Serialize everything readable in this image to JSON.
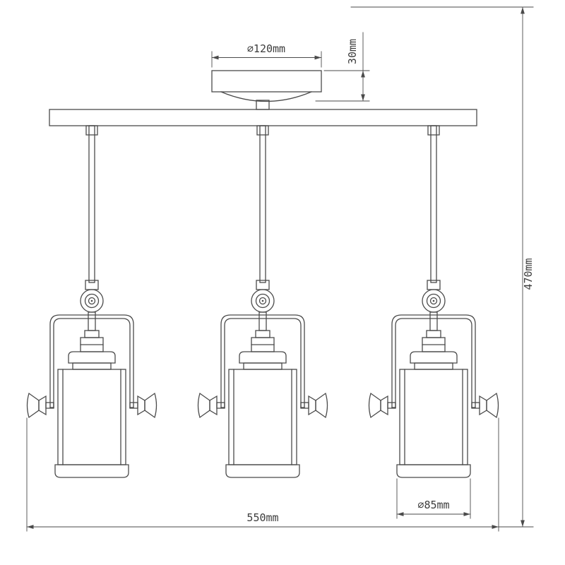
{
  "meta": {
    "subject": "Dimensioned technical line drawing of a three-head ceiling spotlight fixture",
    "spotlight_count": 3
  },
  "style": {
    "background": "#ffffff",
    "line_color": "#4a4a4a",
    "text_color": "#3c3c3c"
  },
  "dimensions": {
    "canopy_diameter": {
      "label": "⌀120mm"
    },
    "canopy_height": {
      "label": "30mm"
    },
    "overall_height": {
      "label": "470mm"
    },
    "overall_width": {
      "label": "550mm"
    },
    "shade_diameter": {
      "label": "⌀85mm"
    }
  }
}
